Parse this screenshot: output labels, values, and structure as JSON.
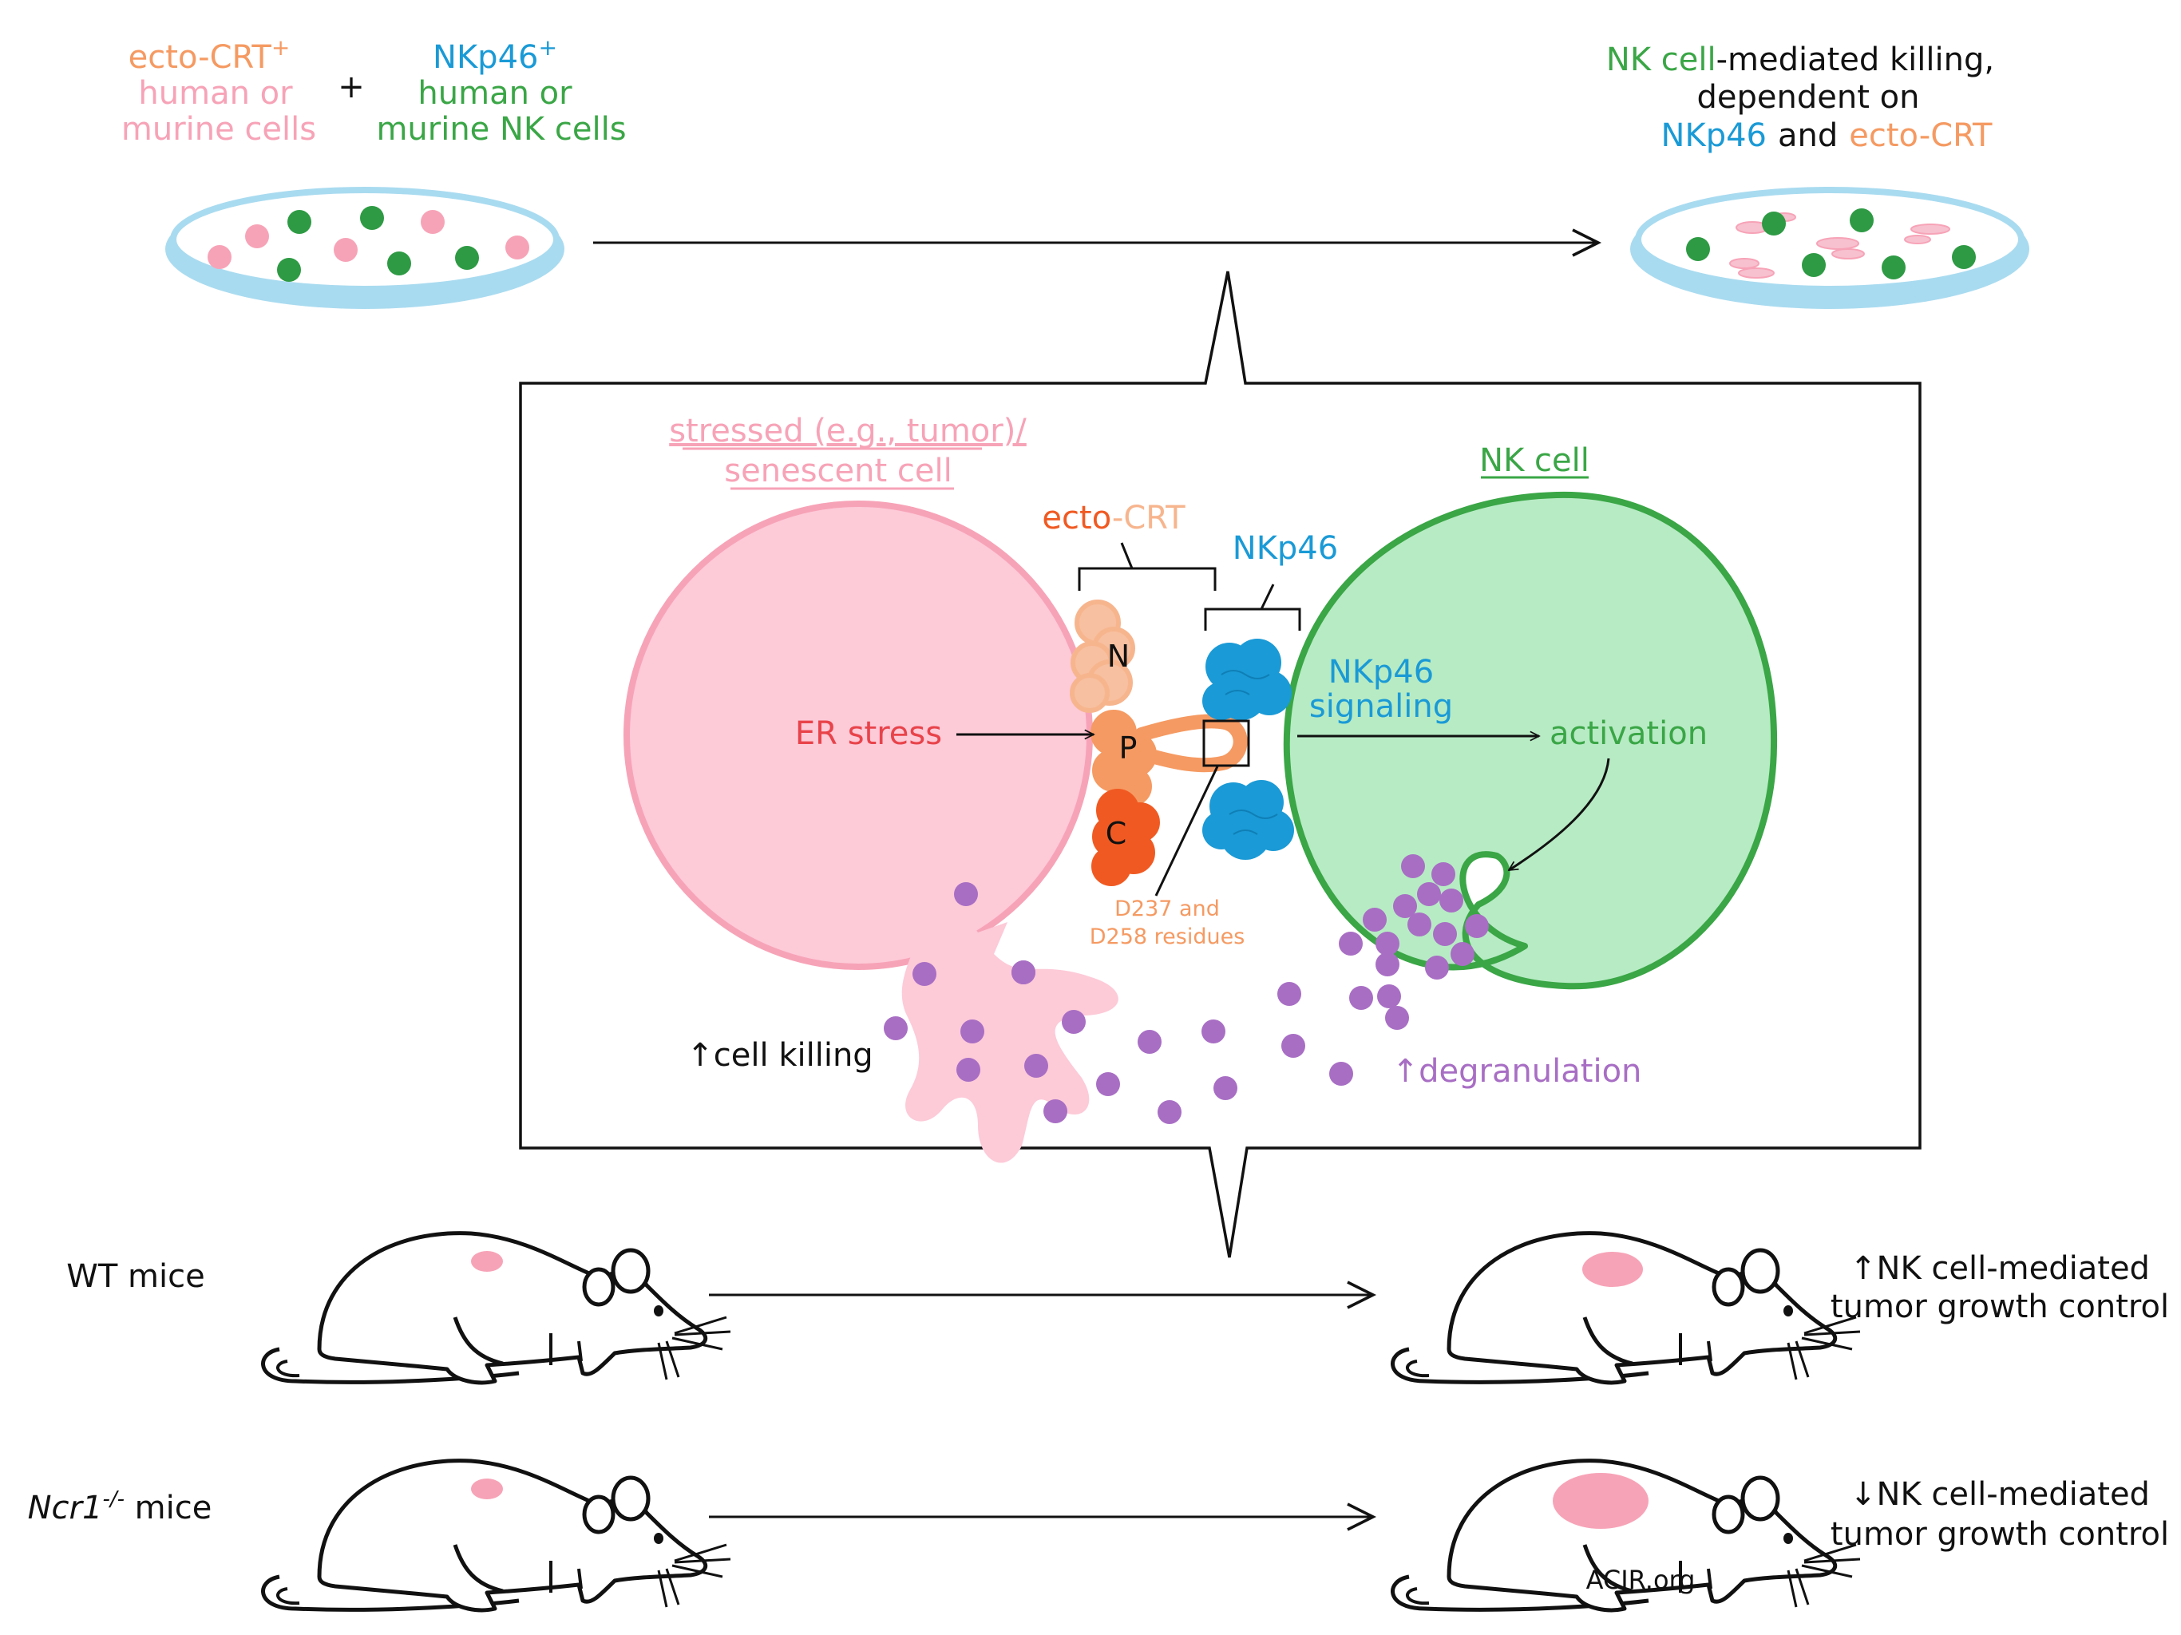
{
  "top": {
    "left_label": {
      "ecto_crt": "ecto-CRT",
      "ecto_sup": "+",
      "line2": "human or",
      "line3": "murine cells"
    },
    "plus": "+",
    "nk_label": {
      "nkp46": "NKp46",
      "nkp46_sup": "+",
      "line2": "human or",
      "line3": "murine NK cells"
    },
    "right_label": {
      "nk_cell": "NK cell",
      "rest1": "-mediated killing,",
      "line2": "dependent on",
      "nkp46": "NKp46",
      "and": "and",
      "ecto_crt": "ecto-CRT"
    }
  },
  "mechanism": {
    "stressed_line1": "stressed (e.g., tumor)/",
    "stressed_line2": "senescent cell",
    "nk_cell_title": "NK cell",
    "ecto_crt_prefix": "ecto",
    "ecto_crt_suffix": "-CRT",
    "nkp46": "NKp46",
    "domain_n": "N",
    "domain_p": "P",
    "domain_c": "C",
    "er_stress": "ER stress",
    "signaling_line1": "NKp46",
    "signaling_line2": "signaling",
    "activation": "activation",
    "residues_line1": "D237 and",
    "residues_line2": "D258 residues",
    "cell_killing": "↑cell killing",
    "degranulation": "↑degranulation"
  },
  "mice": {
    "wt_label": "WT mice",
    "ko_label_gene": "Ncr1",
    "ko_label_sup": "-/-",
    "ko_label_rest": " mice",
    "wt_outcome_line1": "↑NK cell-mediated",
    "wt_outcome_line2": "tumor growth control",
    "ko_outcome_line1": "↓NK cell-mediated",
    "ko_outcome_line2": "tumor growth control"
  },
  "watermark": "ACIR.org",
  "colors": {
    "pink": "#f7a3b7",
    "pink_fill": "#fdcad8",
    "green": "#3aa646",
    "green_fill": "#b7ebc4",
    "blue": "#1a9ad6",
    "orange_light": "#f7b58e",
    "orange": "#f59a62",
    "orange_dark": "#f05a22",
    "purple": "#a86ec4",
    "dish_blue": "#a9dbf0",
    "red_text": "#e8434a"
  }
}
